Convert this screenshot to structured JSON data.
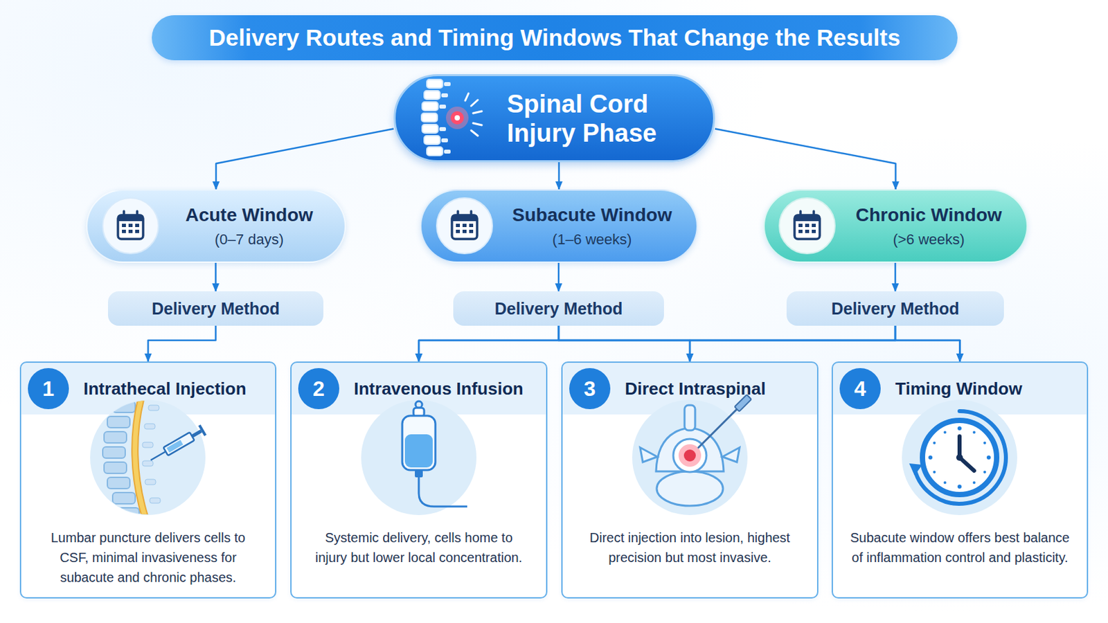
{
  "diagram": {
    "title": "Delivery Routes and Timing Windows That Change the Results",
    "nodes": [
      {
        "text": [
          "Spinal Cord Injury Phase"
        ]
      },
      {
        "text": [
          "Acute Window",
          "(0–7 days)"
        ]
      },
      {
        "text": [
          "Subacute Window",
          "(1–6 weeks)"
        ]
      },
      {
        "text": [
          "Chronic Window",
          "(>6 weeks)"
        ]
      },
      {
        "text": [
          "Delivery Method"
        ]
      },
      {
        "text": [
          "Delivery Method"
        ]
      },
      {
        "text": [
          "Delivery Method"
        ]
      },
      {
        "text": [
          "1",
          "Intrathecal Injection",
          "Lumbar puncture delivers cells to CSF, minimal invasiveness for subacute and chronic phases."
        ]
      },
      {
        "text": [
          "2",
          "Intravenous Infusion",
          "Systemic delivery, cells home to injury but lower local concentration."
        ]
      },
      {
        "text": [
          "3",
          "Direct Intraspinal",
          "Direct injection into lesion, highest precision but most invasive."
        ]
      },
      {
        "text": [
          "4",
          "Timing Window",
          "Subacute window offers best balance of inflammation control and plasticity."
        ]
      }
    ],
    "edges": [
      {
        "from": 0,
        "to": 1,
        "arrow": "to"
      },
      {
        "from": 0,
        "to": 2,
        "arrow": "to"
      },
      {
        "from": 0,
        "to": 3,
        "arrow": "to"
      },
      {
        "from": 1,
        "to": 4,
        "arrow": "to"
      },
      {
        "from": 2,
        "to": 5,
        "arrow": "to"
      },
      {
        "from": 3,
        "to": 6,
        "arrow": "to"
      },
      {
        "from": 4,
        "to": 7,
        "arrow": "to"
      },
      {
        "from": 5,
        "to": 8,
        "arrow": "to"
      },
      {
        "from": 5,
        "to": 9,
        "arrow": "to"
      },
      {
        "from": 5,
        "to": 10,
        "arrow": "to"
      },
      {
        "from": 6,
        "to": 8,
        "arrow": "to"
      },
      {
        "from": 6,
        "to": 9,
        "arrow": "to"
      },
      {
        "from": 6,
        "to": 10,
        "arrow": "to"
      }
    ]
  }
}
